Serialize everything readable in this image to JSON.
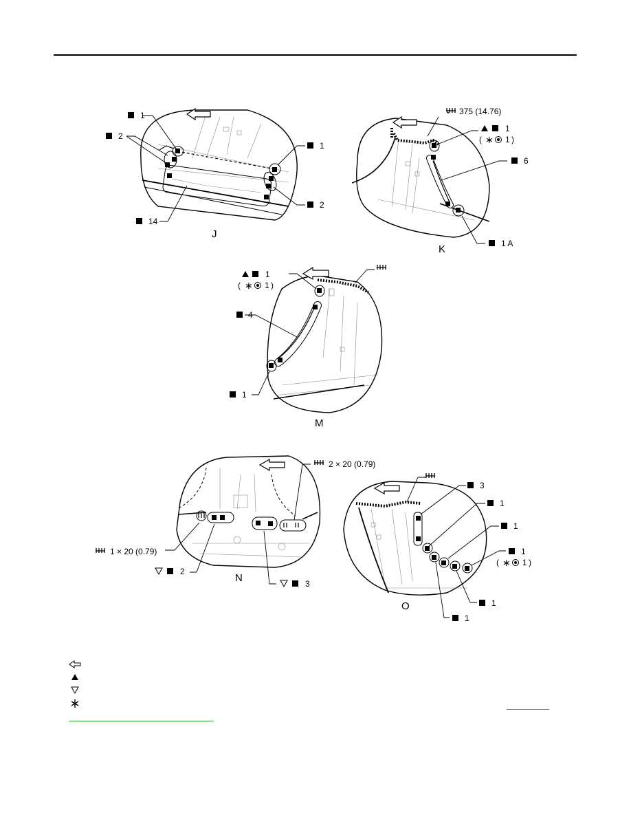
{
  "panels": {
    "J": {
      "letter": "J",
      "callouts": [
        "1",
        "2",
        "1",
        "2",
        "14"
      ]
    },
    "K": {
      "letter": "K",
      "weld_label": "375 (14.76)",
      "callouts": [
        "1",
        "6",
        "1 A"
      ],
      "paren_value": "1"
    },
    "M": {
      "letter": "M",
      "callouts": [
        "1",
        "4",
        "1"
      ],
      "paren_value": "1"
    },
    "N": {
      "letter": "N",
      "weld_top": "2 × 20 (0.79)",
      "weld_left": "1 × 20 (0.79)",
      "callouts": [
        "2",
        "3"
      ]
    },
    "O": {
      "letter": "O",
      "callouts": [
        "3",
        "1",
        "1",
        "1",
        "1",
        "1"
      ],
      "paren_value": "1"
    }
  },
  "legend": {
    "items": [
      {
        "icon": "hollow-arrow-icon",
        "text": ""
      },
      {
        "icon": "filled-triangle-icon",
        "text": ""
      },
      {
        "icon": "hollow-triangle-icon",
        "text": ""
      },
      {
        "icon": "asterisk-icon",
        "text": ""
      }
    ]
  },
  "colors": {
    "line": "#000000",
    "link_underline": "#2ca02c",
    "background": "#ffffff"
  }
}
